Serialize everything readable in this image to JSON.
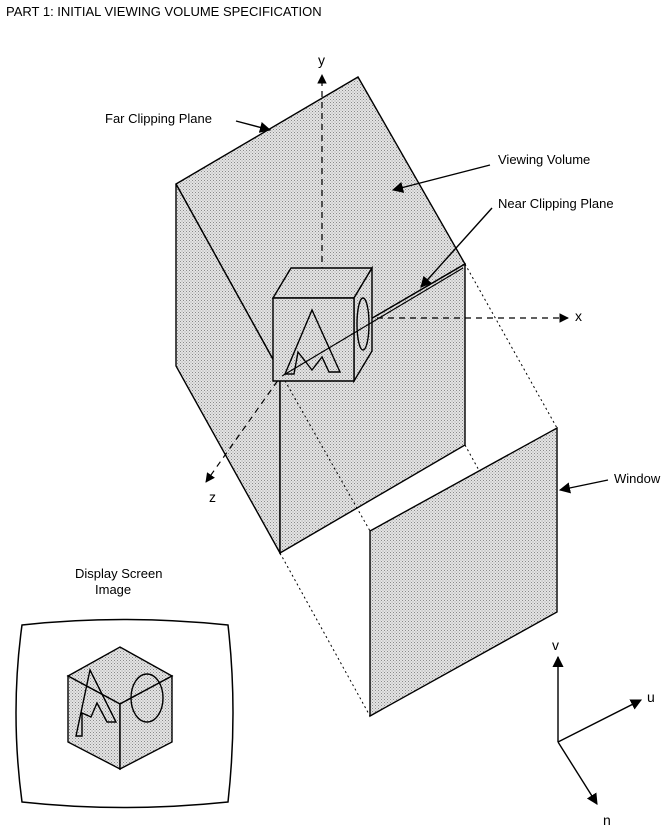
{
  "title": "PART 1: INITIAL VIEWING VOLUME SPECIFICATION",
  "labels": {
    "far_clipping_plane": "Far Clipping Plane",
    "viewing_volume": "Viewing Volume",
    "near_clipping_plane": "Near Clipping Plane",
    "window": "Window",
    "display_screen_line1": "Display Screen",
    "display_screen_line2": "Image"
  },
  "axes": {
    "x": "x",
    "y": "y",
    "z": "z",
    "u": "u",
    "v": "v",
    "n": "n"
  },
  "colors": {
    "volume_fill": "#c8c8c8",
    "window_fill": "#cdcdcd",
    "object_fill": "#d6d6d6",
    "screen_bezel": "#ffffff",
    "line": "#000000"
  }
}
